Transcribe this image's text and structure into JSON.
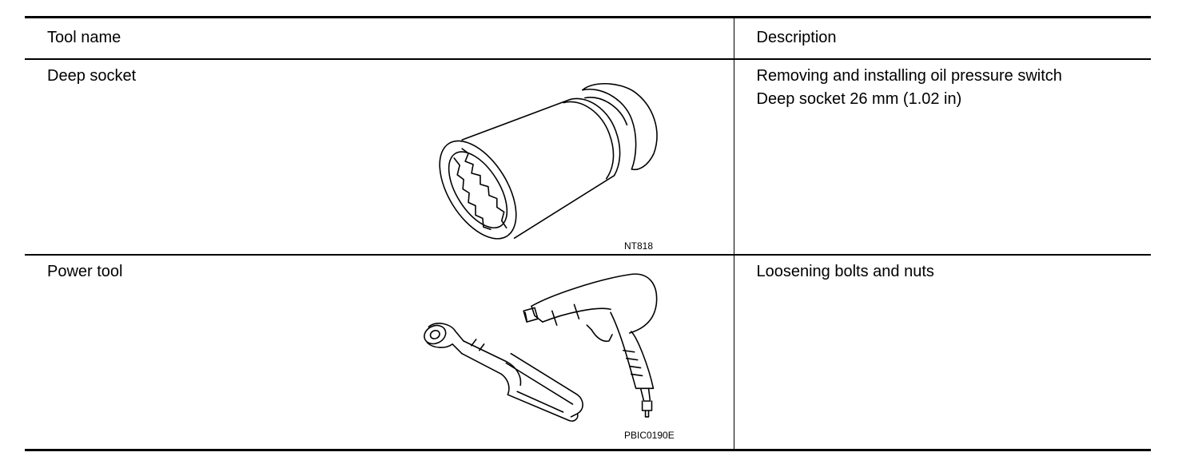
{
  "table": {
    "headers": {
      "tool_name": "Tool name",
      "description": "Description"
    },
    "rows": [
      {
        "tool_name": "Deep socket",
        "figure_code": "NT818",
        "figure_icon": "deep-socket-illustration",
        "description_lines": [
          "Removing and installing oil pressure switch",
          "Deep socket 26 mm (1.02 in)"
        ]
      },
      {
        "tool_name": "Power tool",
        "figure_code": "PBIC0190E",
        "figure_icon": "power-tool-illustration",
        "description_lines": [
          "Loosening bolts and nuts"
        ]
      }
    ]
  }
}
